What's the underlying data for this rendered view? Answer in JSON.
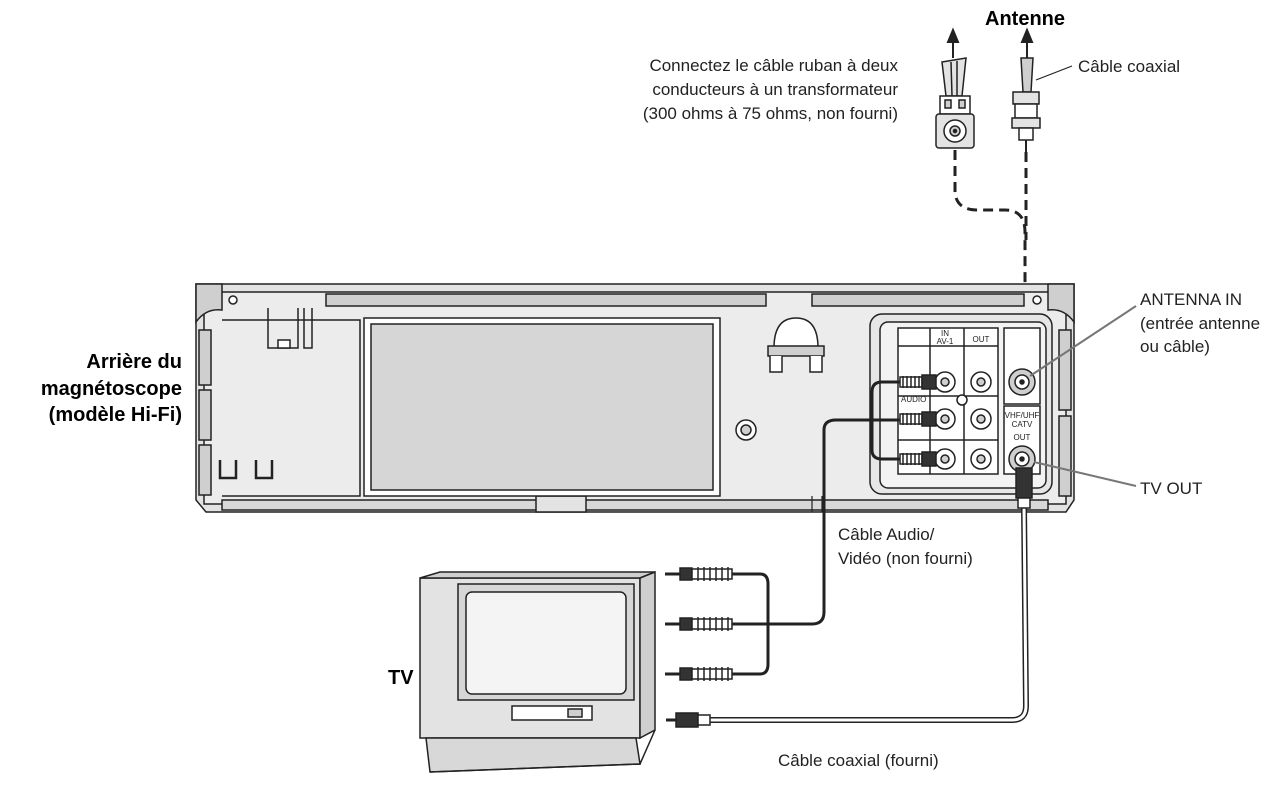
{
  "labels": {
    "antenna_title": "Antenne",
    "adapter_note": [
      "Connectez le câble ruban à deux",
      "conducteurs à un transformateur",
      "(300 ohms à 75 ohms, non fourni)"
    ],
    "coax_cable_top": "Câble coaxial",
    "vcr_rear": [
      "Arrière du",
      "magnétoscope",
      "(modèle Hi-Fi)"
    ],
    "antenna_in": [
      "ANTENNA IN",
      "(entrée antenne",
      "ou câble)"
    ],
    "tv_out": "TV OUT",
    "av_cable": [
      "Câble Audio/",
      "Vidéo (non fourni)"
    ],
    "tv": "TV",
    "coax_supplied": "Câble coaxial (fourni)"
  },
  "panel_labels": {
    "in_av1": [
      "IN",
      "AV-1"
    ],
    "out": "OUT",
    "audio": "AUDIO",
    "vhf_uhf_catv": [
      "VHF/UHF",
      "CATV"
    ],
    "out_small": "OUT"
  },
  "colors": {
    "line": "#222222",
    "fill_light": "#e3e3e3",
    "fill_mid": "#cfcfcf"
  }
}
